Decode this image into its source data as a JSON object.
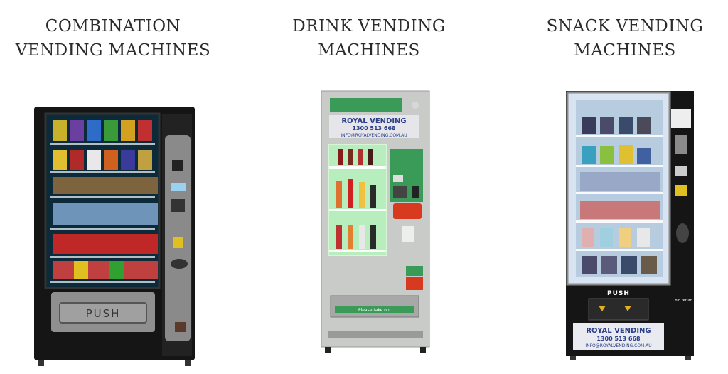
{
  "columns": [
    {
      "title_line1": "COMBINATION",
      "title_line2": "VENDING MACHINES"
    },
    {
      "title_line1": "DRINK VENDING",
      "title_line2": "MACHINES"
    },
    {
      "title_line1": "SNACK VENDING",
      "title_line2": "MACHINES"
    }
  ],
  "combo_machine": {
    "push_label": "PUSH"
  },
  "drink_machine": {
    "brand": "ROYAL VENDING",
    "phone": "1300 513 668",
    "email": "INFO@ROYALVENDING.COM.AU",
    "tray_label": "Please take out"
  },
  "snack_machine": {
    "push_label": "PUSH",
    "brand": "ROYAL VENDING",
    "phone": "1300 513 668",
    "email": "INFO@ROYALVENDING.COM.AU",
    "coin_label": "Coin return"
  }
}
